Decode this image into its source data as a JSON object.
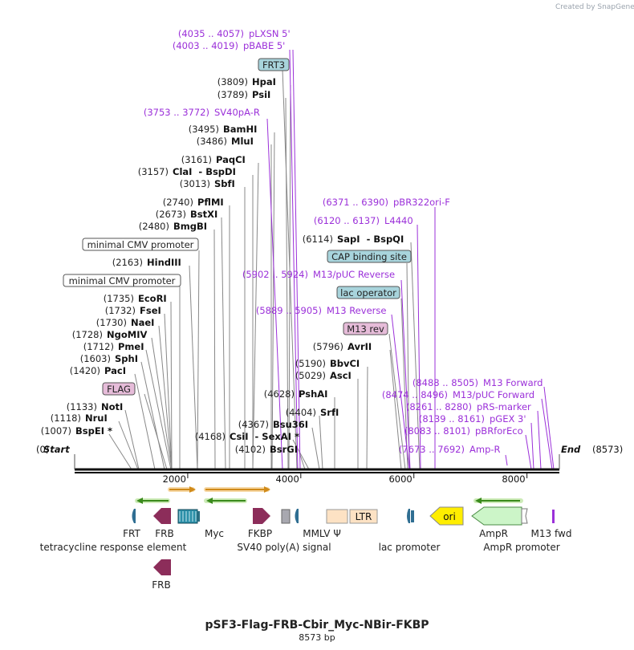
{
  "watermark": "Created by SnapGene",
  "title": "pSF3-Flag-FRB-Cbir_Myc-NBir-FKBP",
  "subtitle": "8573 bp",
  "total_bp": 8573,
  "ends": {
    "start_coord": "(0)",
    "start_label": "Start",
    "end_label": "End",
    "end_coord": "(8573)"
  },
  "ruler": {
    "ticks": [
      "2000",
      "4000",
      "6000",
      "8000"
    ]
  },
  "colors": {
    "primer": "#9b30d9",
    "enzyme": "#111111",
    "boxed_blue": "#a8d4dc",
    "boxed_pink": "#e6bcd9",
    "boxed_white": "#ffffff"
  },
  "enzymes": [
    {
      "coord": "(1007)",
      "name": "BspEI *"
    },
    {
      "coord": "(1118)",
      "name": "NruI"
    },
    {
      "coord": "(1133)",
      "name": "NotI"
    },
    {
      "coord": "(1420)",
      "name": "PacI"
    },
    {
      "coord": "(1603)",
      "name": "SphI"
    },
    {
      "coord": "(1712)",
      "name": "PmeI"
    },
    {
      "coord": "(1728)",
      "name": "NgoMIV"
    },
    {
      "coord": "(1730)",
      "name": "NaeI"
    },
    {
      "coord": "(1732)",
      "name": "FseI"
    },
    {
      "coord": "(1735)",
      "name": "EcoRI"
    },
    {
      "coord": "(2163)",
      "name": "HindIII"
    },
    {
      "coord": "(2480)",
      "name": "BmgBI"
    },
    {
      "coord": "(2673)",
      "name": "BstXI"
    },
    {
      "coord": "(2740)",
      "name": "PflMI"
    },
    {
      "coord": "(3013)",
      "name": "SbfI"
    },
    {
      "coord": "(3157)",
      "name": "ClaI",
      "name2": "BspDI"
    },
    {
      "coord": "(3161)",
      "name": "PaqCI"
    },
    {
      "coord": "(3486)",
      "name": "MluI"
    },
    {
      "coord": "(3495)",
      "name": "BamHI"
    },
    {
      "coord": "(3789)",
      "name": "PsiI"
    },
    {
      "coord": "(3809)",
      "name": "HpaI"
    },
    {
      "coord": "(4102)",
      "name": "BsrGI"
    },
    {
      "coord": "(4168)",
      "name": "CsiI",
      "name2": "SexAI *"
    },
    {
      "coord": "(4367)",
      "name": "Bsu36I"
    },
    {
      "coord": "(4404)",
      "name": "SrfI"
    },
    {
      "coord": "(4628)",
      "name": "PshAI"
    },
    {
      "coord": "(5029)",
      "name": "AscI"
    },
    {
      "coord": "(5190)",
      "name": "BbvCI"
    },
    {
      "coord": "(5796)",
      "name": "AvrII"
    },
    {
      "coord": "(6114)",
      "name": "SapI",
      "name2": "BspQI"
    }
  ],
  "primers": [
    {
      "coord": "(4035 .. 4057)",
      "name": "pLXSN 5'"
    },
    {
      "coord": "(4003 .. 4019)",
      "name": "pBABE 5'"
    },
    {
      "coord": "(3753 .. 3772)",
      "name": "SV40pA-R"
    },
    {
      "coord": "(6371 .. 6390)",
      "name": "pBR322ori-F"
    },
    {
      "coord": "(6120 .. 6137)",
      "name": "L4440"
    },
    {
      "coord": "(5902 .. 5924)",
      "name": "M13/pUC Reverse"
    },
    {
      "coord": "(5889 .. 5905)",
      "name": "M13 Reverse"
    },
    {
      "coord": "(8488 .. 8505)",
      "name": "M13 Forward"
    },
    {
      "coord": "(8474 .. 8496)",
      "name": "M13/pUC Forward"
    },
    {
      "coord": "(8261 .. 8280)",
      "name": "pRS-marker"
    },
    {
      "coord": "(8139 .. 8161)",
      "name": "pGEX 3'"
    },
    {
      "coord": "(8083 .. 8101)",
      "name": "pBRforEco"
    },
    {
      "coord": "(7673 .. 7692)",
      "name": "Amp-R"
    }
  ],
  "boxed_labels": [
    {
      "name": "FRT3",
      "style": "blue"
    },
    {
      "name": "minimal CMV promoter",
      "style": "white"
    },
    {
      "name": "minimal CMV promoter",
      "style": "white"
    },
    {
      "name": "FLAG",
      "style": "pink"
    },
    {
      "name": "CAP binding site",
      "style": "blue"
    },
    {
      "name": "lac operator",
      "style": "blue"
    },
    {
      "name": "M13 rev",
      "style": "pink"
    }
  ],
  "features": [
    {
      "name": "FRT"
    },
    {
      "name": "FRB"
    },
    {
      "name": "tetracycline response element"
    },
    {
      "name": "Myc"
    },
    {
      "name": "FKBP"
    },
    {
      "name": "SV40 poly(A) signal"
    },
    {
      "name": "MMLV Ψ"
    },
    {
      "name": "lac promoter"
    },
    {
      "name": "AmpR"
    },
    {
      "name": "AmpR promoter"
    },
    {
      "name": "M13 fwd"
    },
    {
      "name": "FRB"
    }
  ],
  "feature_glyph_labels": {
    "ltr": "LTR",
    "ori": "ori"
  }
}
